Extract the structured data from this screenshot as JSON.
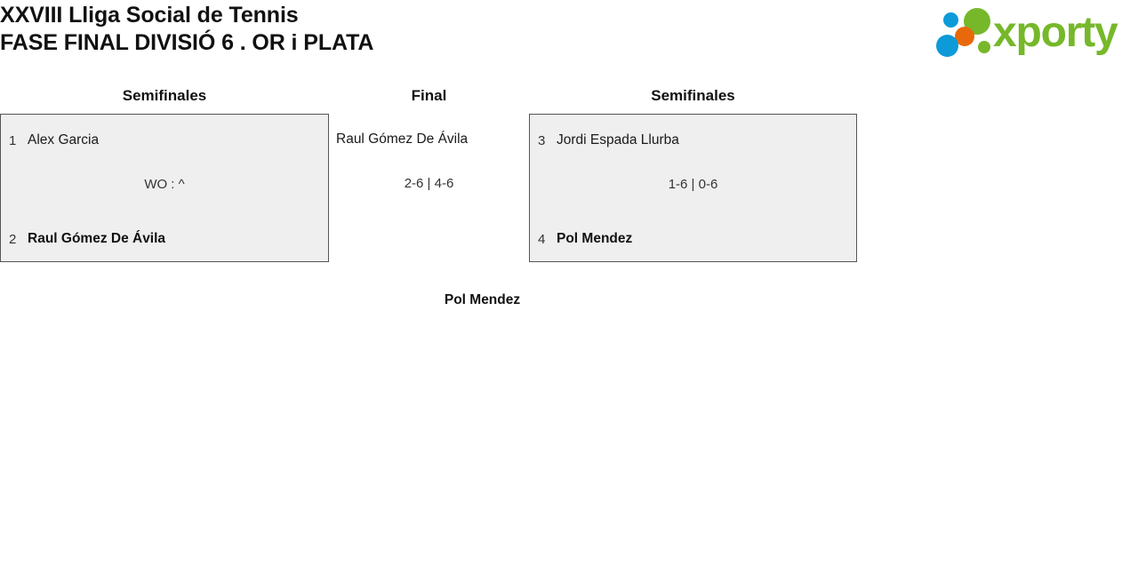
{
  "header": {
    "title_line1": "XXVIII Lliga Social de Tennis",
    "title_line2": "FASE FINAL DIVISIÓ 6 . OR i PLATA",
    "logo": {
      "wordmark": "xporty",
      "colors": {
        "green": "#76b82a",
        "blue": "#0c9bd8",
        "orange": "#e8690b"
      }
    }
  },
  "theme": {
    "box_fill": "#efefef",
    "box_border": "#555555",
    "text": "#1a1a1a",
    "page_background": "#ffffff"
  },
  "bracket": {
    "rounds": [
      {
        "name": "semifinal-left",
        "title": "Semifinales"
      },
      {
        "name": "final",
        "title": "Final"
      },
      {
        "name": "semifinal-right",
        "title": "Semifinales"
      }
    ],
    "matches": {
      "semifinal_left": {
        "top": {
          "seed": "1",
          "name": "Alex Garcia",
          "winner": false
        },
        "bottom": {
          "seed": "2",
          "name": "Raul Gómez De Ávila",
          "winner": true
        },
        "score": "WO : ^"
      },
      "semifinal_right": {
        "top": {
          "seed": "3",
          "name": "Jordi Espada Llurba",
          "winner": false
        },
        "bottom": {
          "seed": "4",
          "name": "Pol Mendez",
          "winner": true
        },
        "score": "1-6 | 0-6"
      },
      "final": {
        "top": {
          "name": "Raul Gómez De Ávila",
          "winner": false
        },
        "score": "2-6 | 4-6",
        "champion": "Pol Mendez"
      }
    }
  }
}
